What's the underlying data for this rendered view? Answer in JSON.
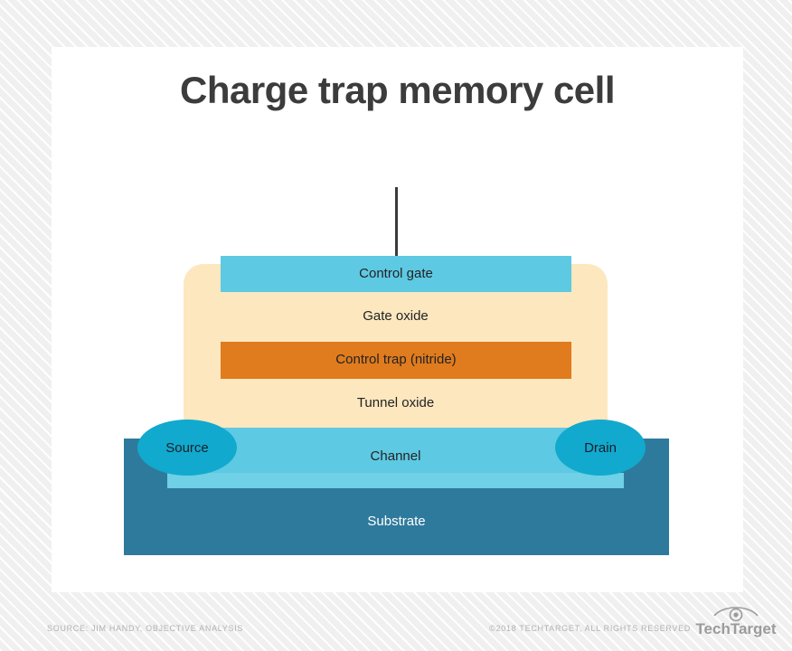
{
  "title": "Charge trap memory cell",
  "diagram": {
    "type": "cross-section-schematic",
    "layers": [
      {
        "key": "control_gate",
        "label": "Control gate",
        "color": "#5ec9e3"
      },
      {
        "key": "gate_oxide",
        "label": "Gate oxide",
        "color": "#fce7bf"
      },
      {
        "key": "nitride_trap",
        "label": "Control trap (nitride)",
        "color": "#e07b1e"
      },
      {
        "key": "tunnel_oxide",
        "label": "Tunnel oxide",
        "color": "#fce7bf"
      },
      {
        "key": "channel",
        "label": "Channel",
        "color": "#5ec9e3"
      },
      {
        "key": "substrate",
        "label": "Substrate",
        "color": "#2e7a9c"
      }
    ],
    "terminals": [
      {
        "key": "source",
        "label": "Source",
        "color": "#12a9ce"
      },
      {
        "key": "drain",
        "label": "Drain",
        "color": "#12a9ce"
      }
    ],
    "gate_contact": "vertical-gate-contact-line"
  },
  "footer": {
    "source_credit": "SOURCE: JIM HANDY, OBJECTIVE ANALYSIS",
    "copyright": "©2018 TECHTARGET, ALL RIGHTS RESERVED",
    "brand_name": "TechTarget",
    "brand_icon": "eye-icon"
  }
}
